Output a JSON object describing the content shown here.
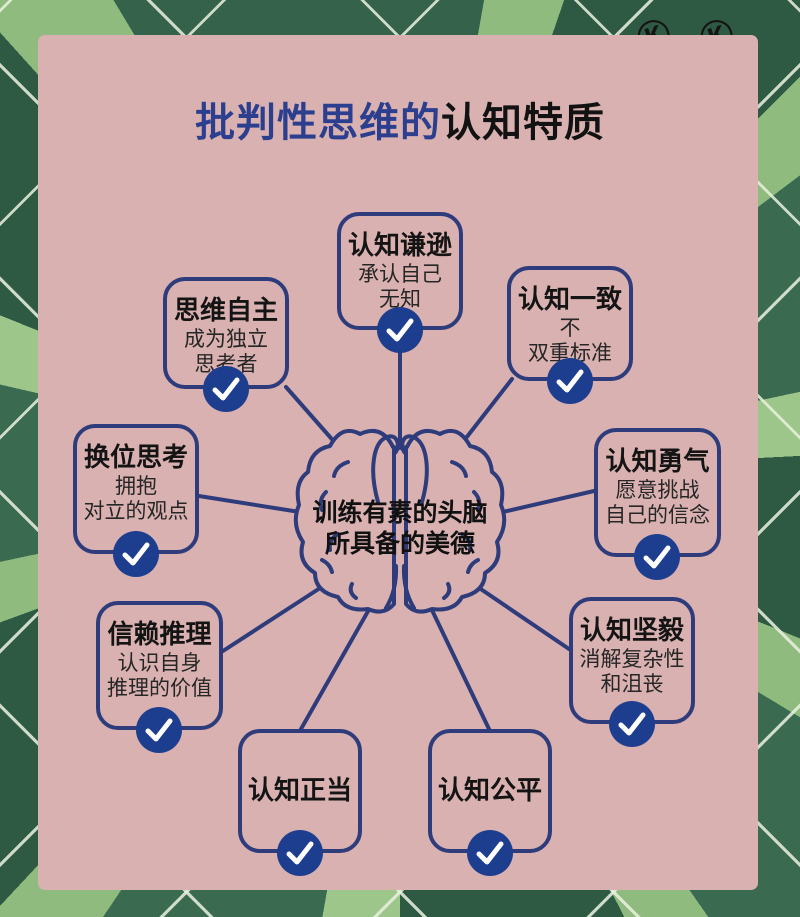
{
  "page_title": "批判性思维的认知特质",
  "title": {
    "highlight": "批判性思维的",
    "rest": "认知特质"
  },
  "watermarks": {
    "w1": "Ⓚ",
    "w2": "Ⓚ"
  },
  "center": {
    "icon": "brain-icon",
    "line1": "训练有素的头脑",
    "line2": "所具备的美德"
  },
  "traits": [
    {
      "title": "认知谦逊",
      "sub1": "承认自己",
      "sub2": "无知"
    },
    {
      "title": "认知一致",
      "sub1": "不",
      "sub2": "双重标准"
    },
    {
      "title": "思维自主",
      "sub1": "成为独立",
      "sub2": "思考者"
    },
    {
      "title": "换位思考",
      "sub1": "拥抱",
      "sub2": "对立的观点"
    },
    {
      "title": "认知勇气",
      "sub1": "愿意挑战",
      "sub2": "自己的信念"
    },
    {
      "title": "信赖推理",
      "sub1": "认识自身",
      "sub2": "推理的价值"
    },
    {
      "title": "认知坚毅",
      "sub1": "消解复杂性",
      "sub2": "和沮丧"
    },
    {
      "title": "认知正当",
      "sub1": "",
      "sub2": ""
    },
    {
      "title": "认知公平",
      "sub1": "",
      "sub2": ""
    }
  ],
  "colors": {
    "panel_pink": "#d9b1b1",
    "navy_outline": "#2e3c7c",
    "check_blue": "#1d3e8f",
    "title_blue": "#2c3f8e",
    "green_dark": "#2e5a44",
    "green_light": "#8fbb7e",
    "grid_line": "#e9f0de"
  }
}
